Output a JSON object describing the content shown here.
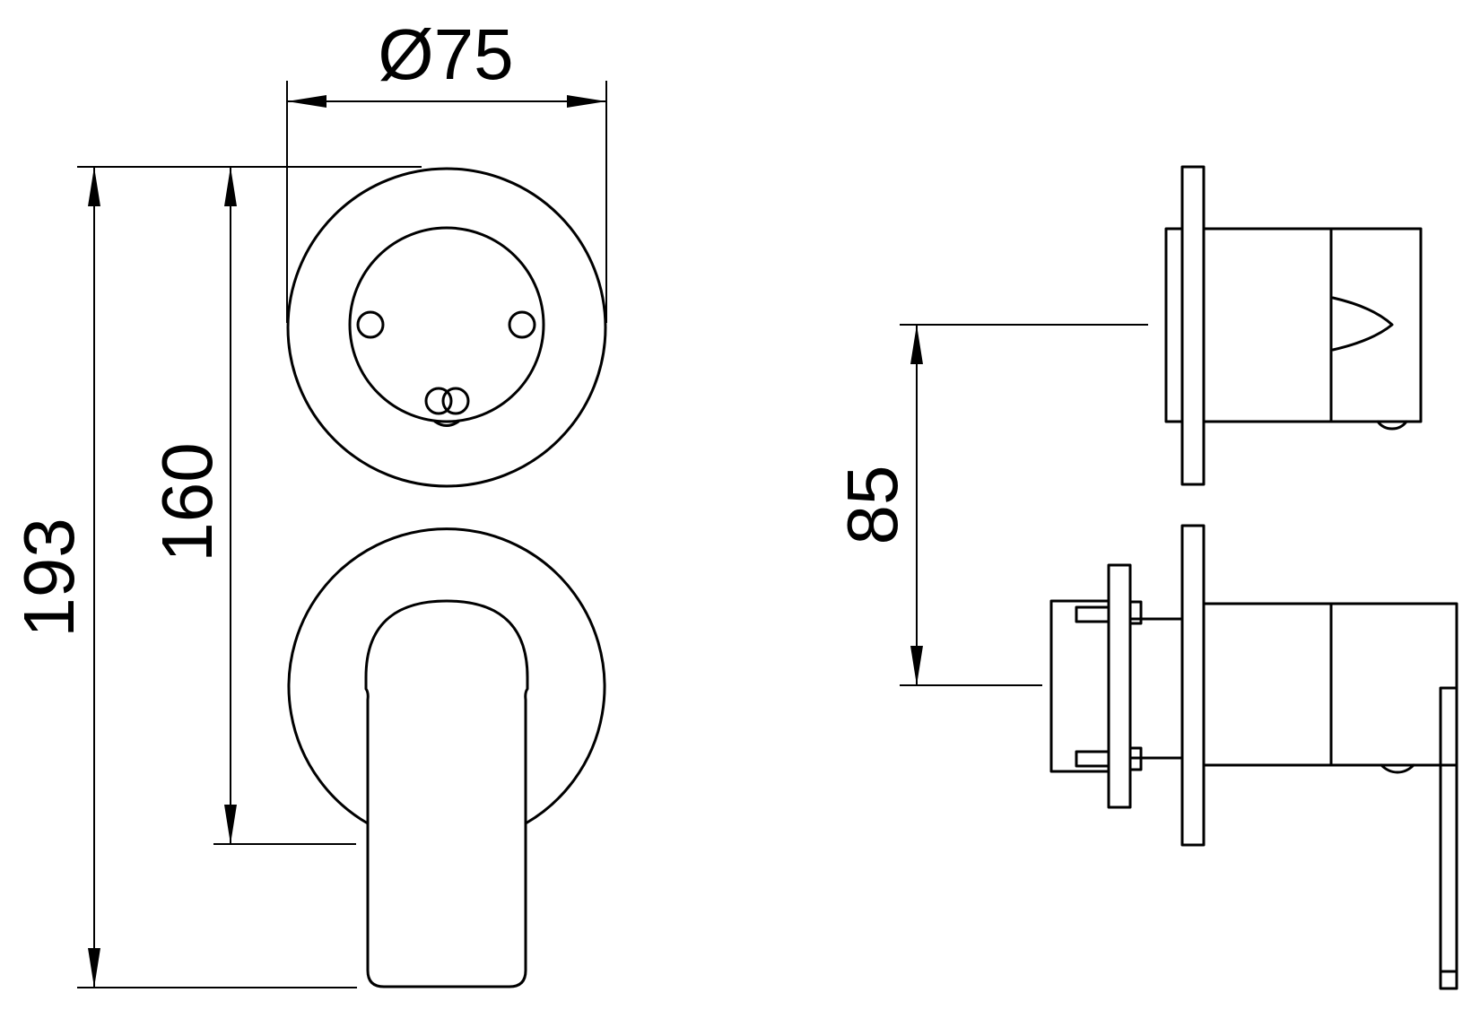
{
  "dimensions": {
    "diameter": "Ø75",
    "overall_height": "193",
    "plate_height": "160",
    "axis_spacing": "85"
  },
  "colors": {
    "line": "#000000",
    "background": "#ffffff"
  }
}
